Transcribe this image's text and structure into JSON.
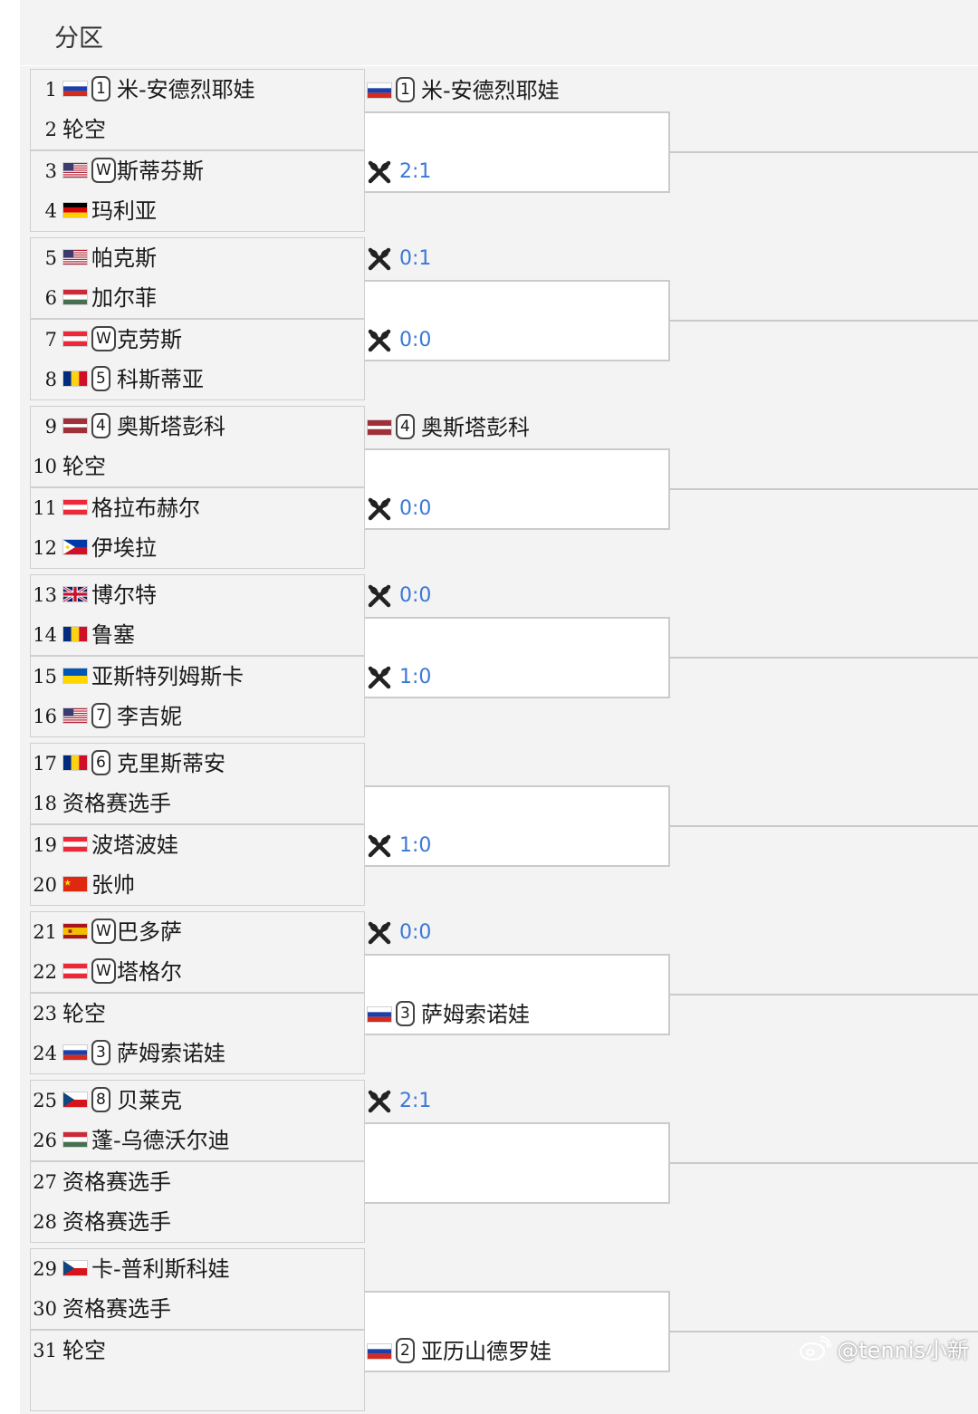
{
  "title": "分区",
  "round1": [
    {
      "num": "1",
      "flag": "russia",
      "seed": "1",
      "name": "米-安德烈耶娃"
    },
    {
      "num": "2",
      "flag": "",
      "seed": "",
      "name": "轮空"
    },
    {
      "num": "3",
      "flag": "usa",
      "seed": "W",
      "name": "斯蒂芬斯"
    },
    {
      "num": "4",
      "flag": "germany",
      "seed": "",
      "name": "玛利亚"
    },
    {
      "num": "5",
      "flag": "usa",
      "seed": "",
      "name": "帕克斯"
    },
    {
      "num": "6",
      "flag": "hungary",
      "seed": "",
      "name": "加尔菲"
    },
    {
      "num": "7",
      "flag": "austria",
      "seed": "W",
      "name": "克劳斯"
    },
    {
      "num": "8",
      "flag": "romania",
      "seed": "5",
      "name": "科斯蒂亚"
    },
    {
      "num": "9",
      "flag": "latvia",
      "seed": "4",
      "name": "奥斯塔彭科"
    },
    {
      "num": "10",
      "flag": "",
      "seed": "",
      "name": "轮空"
    },
    {
      "num": "11",
      "flag": "austria",
      "seed": "",
      "name": "格拉布赫尔"
    },
    {
      "num": "12",
      "flag": "philippines",
      "seed": "",
      "name": "伊埃拉"
    },
    {
      "num": "13",
      "flag": "uk",
      "seed": "",
      "name": "博尔特"
    },
    {
      "num": "14",
      "flag": "romania",
      "seed": "",
      "name": "鲁塞"
    },
    {
      "num": "15",
      "flag": "ukraine",
      "seed": "",
      "name": "亚斯特列姆斯卡"
    },
    {
      "num": "16",
      "flag": "usa",
      "seed": "7",
      "name": "李吉妮"
    },
    {
      "num": "17",
      "flag": "romania",
      "seed": "6",
      "name": "克里斯蒂安"
    },
    {
      "num": "18",
      "flag": "",
      "seed": "",
      "name": "资格赛选手"
    },
    {
      "num": "19",
      "flag": "austria",
      "seed": "",
      "name": "波塔波娃"
    },
    {
      "num": "20",
      "flag": "china",
      "seed": "",
      "name": "张帅"
    },
    {
      "num": "21",
      "flag": "spain",
      "seed": "W",
      "name": "巴多萨"
    },
    {
      "num": "22",
      "flag": "austria",
      "seed": "W",
      "name": "塔格尔"
    },
    {
      "num": "23",
      "flag": "",
      "seed": "",
      "name": "轮空"
    },
    {
      "num": "24",
      "flag": "russia",
      "seed": "3",
      "name": "萨姆索诺娃"
    },
    {
      "num": "25",
      "flag": "czech",
      "seed": "8",
      "name": "贝莱克"
    },
    {
      "num": "26",
      "flag": "hungary",
      "seed": "",
      "name": "蓬-乌德沃尔迪"
    },
    {
      "num": "27",
      "flag": "",
      "seed": "",
      "name": "资格赛选手"
    },
    {
      "num": "28",
      "flag": "",
      "seed": "",
      "name": "资格赛选手"
    },
    {
      "num": "29",
      "flag": "czech",
      "seed": "",
      "name": "卡-普利斯科娃"
    },
    {
      "num": "30",
      "flag": "",
      "seed": "",
      "name": "资格赛选手"
    },
    {
      "num": "31",
      "flag": "",
      "seed": "",
      "name": "轮空"
    }
  ],
  "round2": [
    {
      "type": "player",
      "flag": "russia",
      "seed": "1",
      "name": "米-安德烈耶娃"
    },
    {
      "type": "score",
      "score": "2:1"
    },
    {
      "type": "score",
      "score": "0:1"
    },
    {
      "type": "score",
      "score": "0:0"
    },
    {
      "type": "player",
      "flag": "latvia",
      "seed": "4",
      "name": "奥斯塔彭科"
    },
    {
      "type": "score",
      "score": "0:0"
    },
    {
      "type": "score",
      "score": "0:0"
    },
    {
      "type": "score",
      "score": "1:0"
    },
    {
      "type": "empty"
    },
    {
      "type": "score",
      "score": "1:0"
    },
    {
      "type": "score",
      "score": "0:0"
    },
    {
      "type": "player",
      "flag": "russia",
      "seed": "3",
      "name": "萨姆索诺娃"
    },
    {
      "type": "score",
      "score": "2:1"
    },
    {
      "type": "empty"
    },
    {
      "type": "empty"
    },
    {
      "type": "player",
      "flag": "russia",
      "seed": "2",
      "name": "亚历山德罗娃"
    }
  ],
  "watermark": "@tennis小新",
  "colors": {
    "score": "#3a78d6",
    "panel": "#f3f3f3",
    "line": "#c9c9c9"
  }
}
